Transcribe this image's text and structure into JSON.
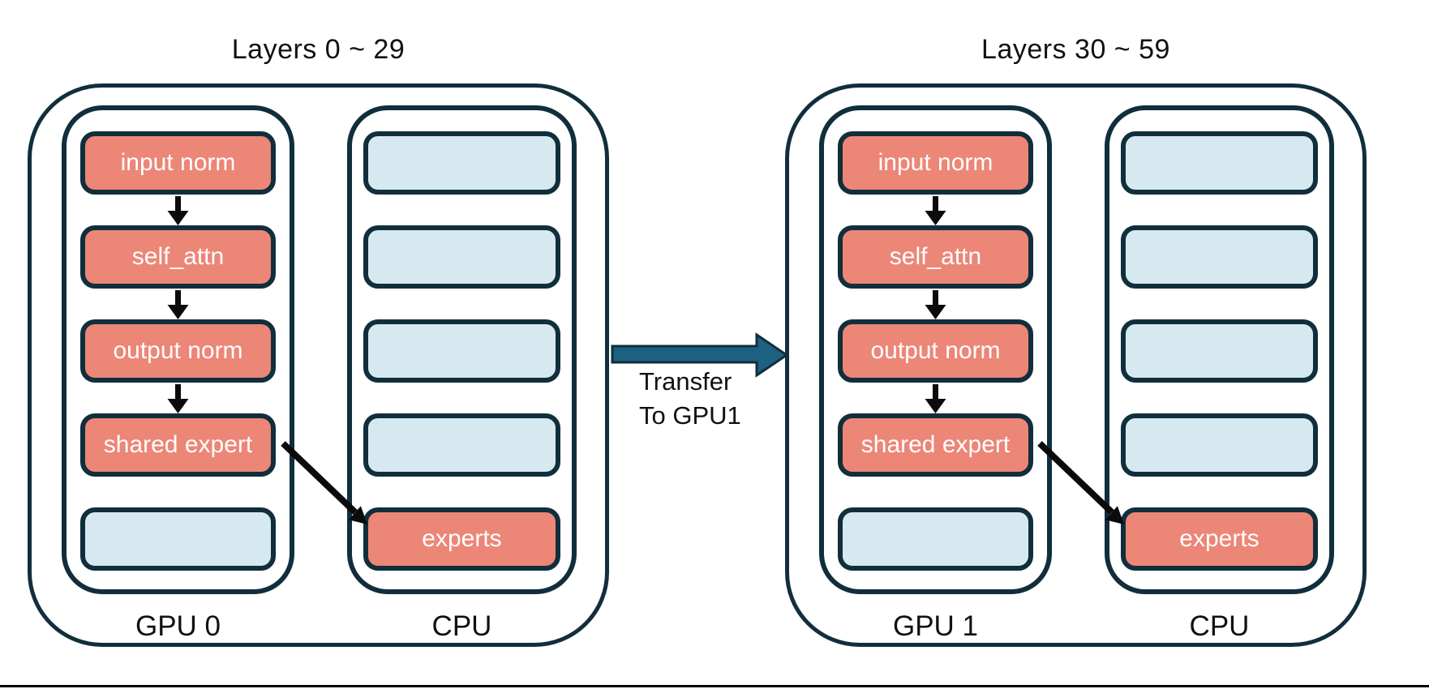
{
  "diagram": {
    "groups": [
      {
        "title": "Layers 0 ~ 29",
        "gpu": {
          "label": "GPU 0",
          "boxes": [
            {
              "label": "input norm",
              "style": "hot"
            },
            {
              "label": "self_attn",
              "style": "hot"
            },
            {
              "label": "output norm",
              "style": "hot"
            },
            {
              "label": "shared expert",
              "style": "hot"
            },
            {
              "label": "",
              "style": "cold"
            }
          ]
        },
        "cpu": {
          "label": "CPU",
          "boxes": [
            {
              "label": "",
              "style": "cold"
            },
            {
              "label": "",
              "style": "cold"
            },
            {
              "label": "",
              "style": "cold"
            },
            {
              "label": "",
              "style": "cold"
            },
            {
              "label": "experts",
              "style": "hot"
            }
          ]
        }
      },
      {
        "title": "Layers 30 ~ 59",
        "gpu": {
          "label": "GPU 1",
          "boxes": [
            {
              "label": "input norm",
              "style": "hot"
            },
            {
              "label": "self_attn",
              "style": "hot"
            },
            {
              "label": "output norm",
              "style": "hot"
            },
            {
              "label": "shared expert",
              "style": "hot"
            },
            {
              "label": "",
              "style": "cold"
            }
          ]
        },
        "cpu": {
          "label": "CPU",
          "boxes": [
            {
              "label": "",
              "style": "cold"
            },
            {
              "label": "",
              "style": "cold"
            },
            {
              "label": "",
              "style": "cold"
            },
            {
              "label": "",
              "style": "cold"
            },
            {
              "label": "experts",
              "style": "hot"
            }
          ]
        }
      }
    ],
    "transfer": {
      "line1": "Transfer",
      "line2": "To GPU1"
    },
    "colors": {
      "outline_navy": "#112E3C",
      "hot_salmon": "#EC8677",
      "cold_blue": "#D6E9F0",
      "transfer_blue": "#1D6181",
      "arrow_black": "#0B0B0B",
      "edge_black": "#000000",
      "text_dark": "#111111",
      "text_on_hot": "#FFFFFF"
    }
  }
}
